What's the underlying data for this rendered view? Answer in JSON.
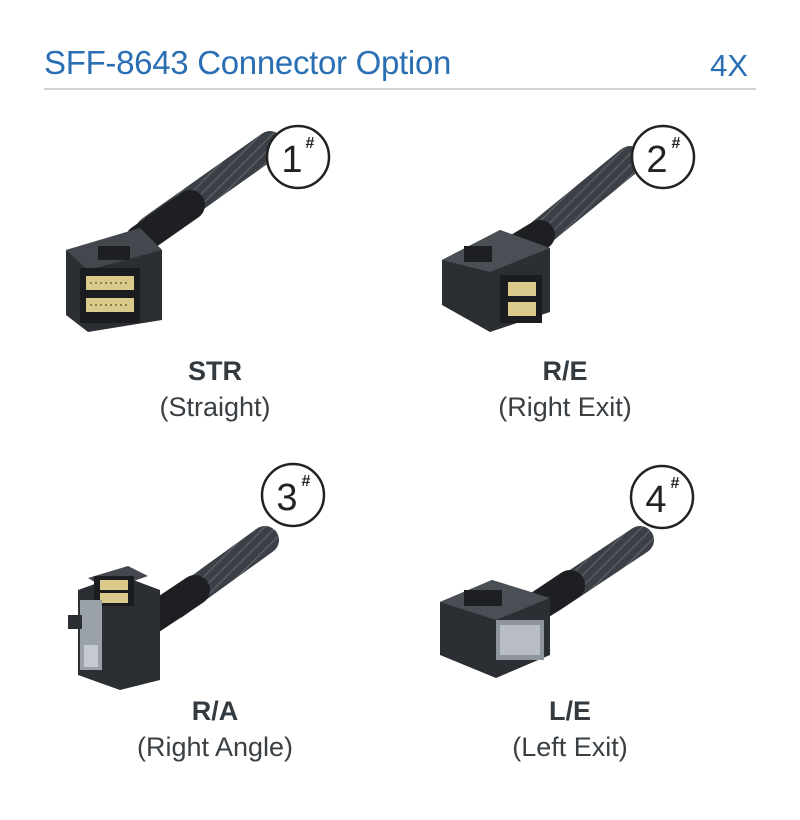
{
  "header": {
    "title": "SFF-8643 Connector Option",
    "count": "4X"
  },
  "options": [
    {
      "number": "1",
      "mark": "#",
      "code": "STR",
      "description": "(Straight)"
    },
    {
      "number": "2",
      "mark": "#",
      "code": "R/E",
      "description": "(Right Exit)"
    },
    {
      "number": "3",
      "mark": "#",
      "code": "R/A",
      "description": "(Right Angle)"
    },
    {
      "number": "4",
      "mark": "#",
      "code": "L/E",
      "description": "(Left Exit)"
    }
  ],
  "colors": {
    "accent": "#2a6fb3",
    "cable": "#3b4046",
    "connector": "#2a2d31",
    "contacts": "#d9c98a",
    "label": "#333a40"
  },
  "icons": [
    "number-badge-icon",
    "straight-connector-icon",
    "right-exit-connector-icon",
    "right-angle-connector-icon",
    "left-exit-connector-icon"
  ]
}
